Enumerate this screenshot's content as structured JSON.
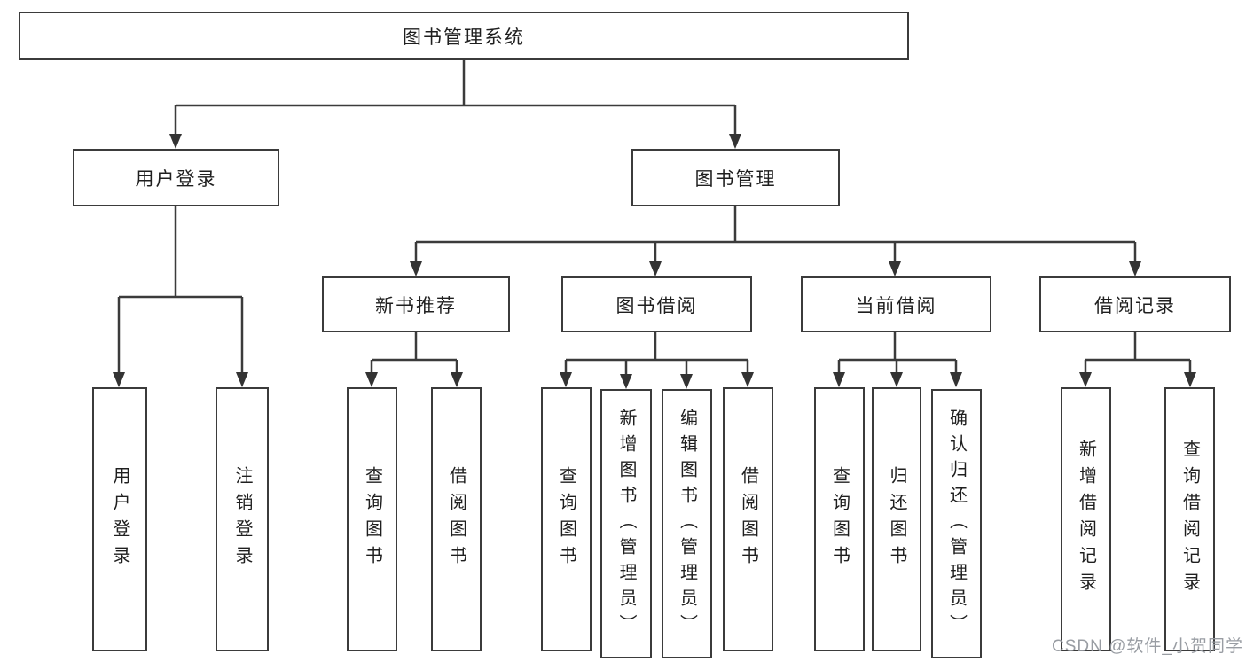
{
  "tree": {
    "label": "图书管理系统",
    "children": [
      {
        "label": "用户登录",
        "children": [
          {
            "label": "用户登录"
          },
          {
            "label": "注销登录"
          }
        ]
      },
      {
        "label": "图书管理",
        "children": [
          {
            "label": "新书推荐",
            "children": [
              {
                "label": "查询图书"
              },
              {
                "label": "借阅图书"
              }
            ]
          },
          {
            "label": "图书借阅",
            "children": [
              {
                "label": "查询图书"
              },
              {
                "label": "新增图书（管理员）"
              },
              {
                "label": "编辑图书（管理员）"
              },
              {
                "label": "借阅图书"
              }
            ]
          },
          {
            "label": "当前借阅",
            "children": [
              {
                "label": "查询图书"
              },
              {
                "label": "归还图书"
              },
              {
                "label": "确认归还（管理员）"
              }
            ]
          },
          {
            "label": "借阅记录",
            "children": [
              {
                "label": "新增借阅记录"
              },
              {
                "label": "查询借阅记录"
              }
            ]
          }
        ]
      }
    ]
  },
  "watermark": {
    "text": "CSDN @软件_小贺同学"
  },
  "colors": {
    "line": "#3b3b3b",
    "text": "#1f1f1f",
    "watermark": "#94989e",
    "background": "#ffffff"
  }
}
